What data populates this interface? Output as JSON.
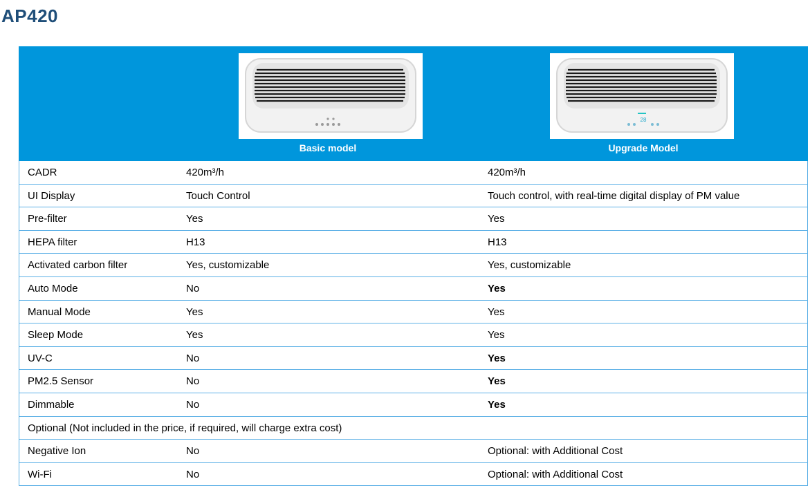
{
  "title": "AP420",
  "header": {
    "basic_label": "Basic model",
    "upgrade_label": "Upgrade Model",
    "upgrade_display_value": "28"
  },
  "rows": [
    {
      "feature": "CADR",
      "basic": "420m³/h",
      "upgrade": "420m³/h",
      "upgrade_bold": false
    },
    {
      "feature": "UI Display",
      "basic": "Touch Control",
      "upgrade": "Touch control, with real-time digital display of PM value",
      "upgrade_bold": false
    },
    {
      "feature": "Pre-filter",
      "basic": "Yes",
      "upgrade": "Yes",
      "upgrade_bold": false
    },
    {
      "feature": "HEPA filter",
      "basic": "H13",
      "upgrade": "H13",
      "upgrade_bold": false
    },
    {
      "feature": "Activated carbon filter",
      "basic": "Yes, customizable",
      "upgrade": "Yes, customizable",
      "upgrade_bold": false
    },
    {
      "feature": "Auto Mode",
      "basic": "No",
      "upgrade": "Yes",
      "upgrade_bold": true
    },
    {
      "feature": "Manual Mode",
      "basic": "Yes",
      "upgrade": "Yes",
      "upgrade_bold": false
    },
    {
      "feature": "Sleep Mode",
      "basic": "Yes",
      "upgrade": "Yes",
      "upgrade_bold": false
    },
    {
      "feature": "UV-C",
      "basic": "No",
      "upgrade": "Yes",
      "upgrade_bold": true
    },
    {
      "feature": "PM2.5 Sensor",
      "basic": "No",
      "upgrade": "Yes",
      "upgrade_bold": true
    },
    {
      "feature": "Dimmable",
      "basic": "No",
      "upgrade": "Yes",
      "upgrade_bold": true
    },
    {
      "feature": "Optional (Not included in the price, if required,  will charge extra cost)",
      "basic": "",
      "upgrade": "",
      "upgrade_bold": false
    },
    {
      "feature": "Negative Ion",
      "basic": "No",
      "upgrade": "Optional: with Additional Cost",
      "upgrade_bold": false
    },
    {
      "feature": "Wi-Fi",
      "basic": "No",
      "upgrade": "Optional: with Additional Cost",
      "upgrade_bold": false
    }
  ]
}
